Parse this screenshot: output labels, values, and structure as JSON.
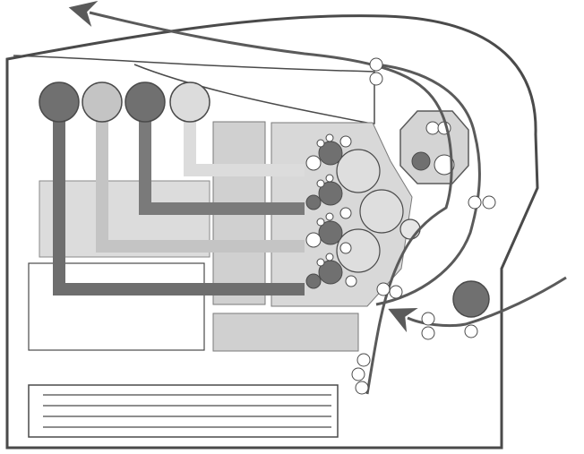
{
  "colors": {
    "background": "#ffffff",
    "outline": "#4a4a4a",
    "dark_gray": "#707070",
    "medium_gray": "#9e9e9e",
    "light_gray": "#c4c4c4",
    "pale_gray": "#dcdcdc",
    "paper_path": "#5a5a5a"
  },
  "toner_cartridges": [
    {
      "shade": "dark"
    },
    {
      "shade": "light"
    },
    {
      "shade": "dark"
    },
    {
      "shade": "pale"
    }
  ]
}
